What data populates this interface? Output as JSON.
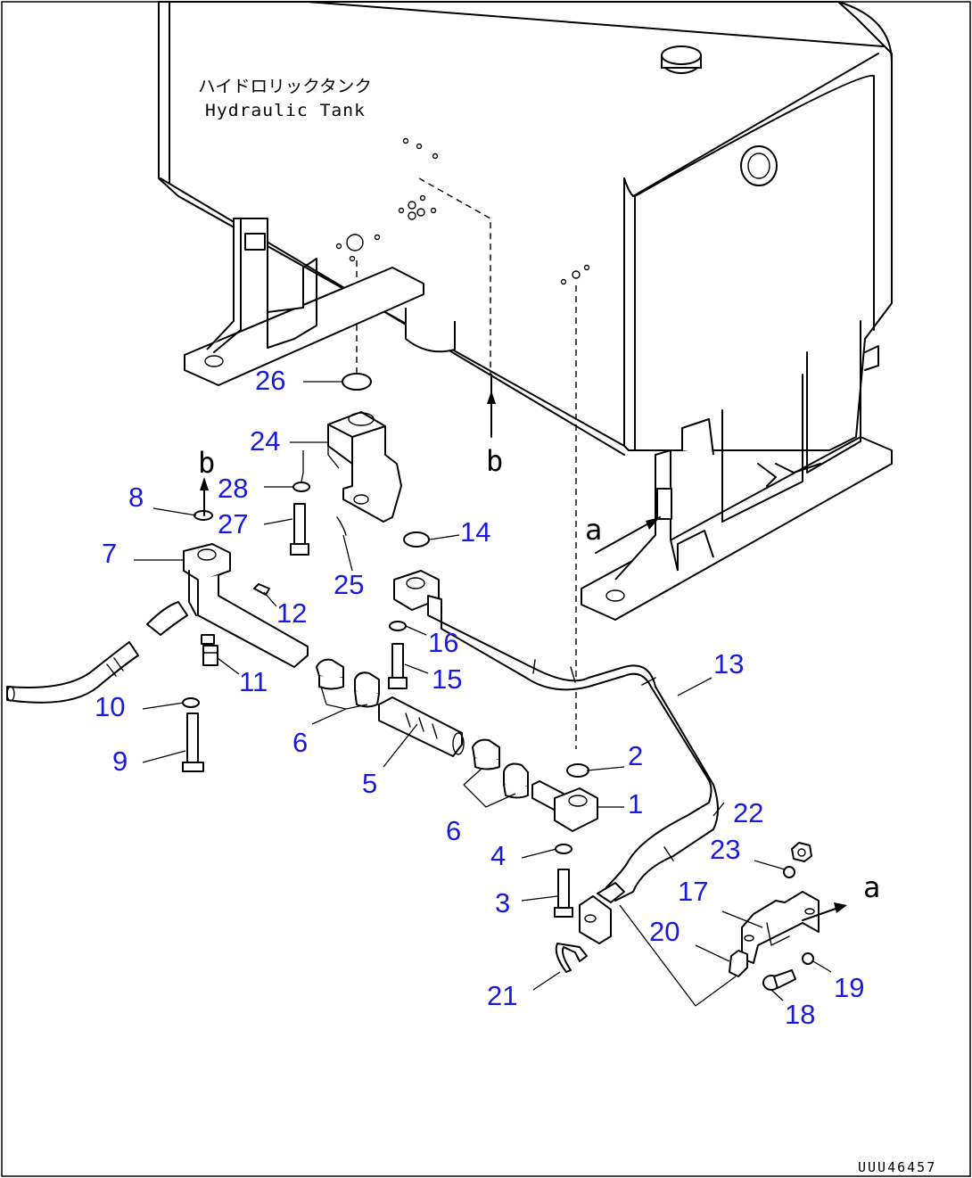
{
  "tank_label": {
    "jp": "ハイドロリックタンク",
    "en": "Hydraulic Tank"
  },
  "view_markers": [
    "a",
    "a",
    "b",
    "b"
  ],
  "callouts": [
    "1",
    "2",
    "3",
    "4",
    "5",
    "6",
    "6",
    "7",
    "8",
    "9",
    "10",
    "11",
    "12",
    "13",
    "14",
    "15",
    "16",
    "17",
    "18",
    "19",
    "20",
    "21",
    "22",
    "23",
    "24",
    "25",
    "26",
    "27",
    "28"
  ],
  "drawing_code": "UUU46457",
  "callout_color": "#1a1adb"
}
